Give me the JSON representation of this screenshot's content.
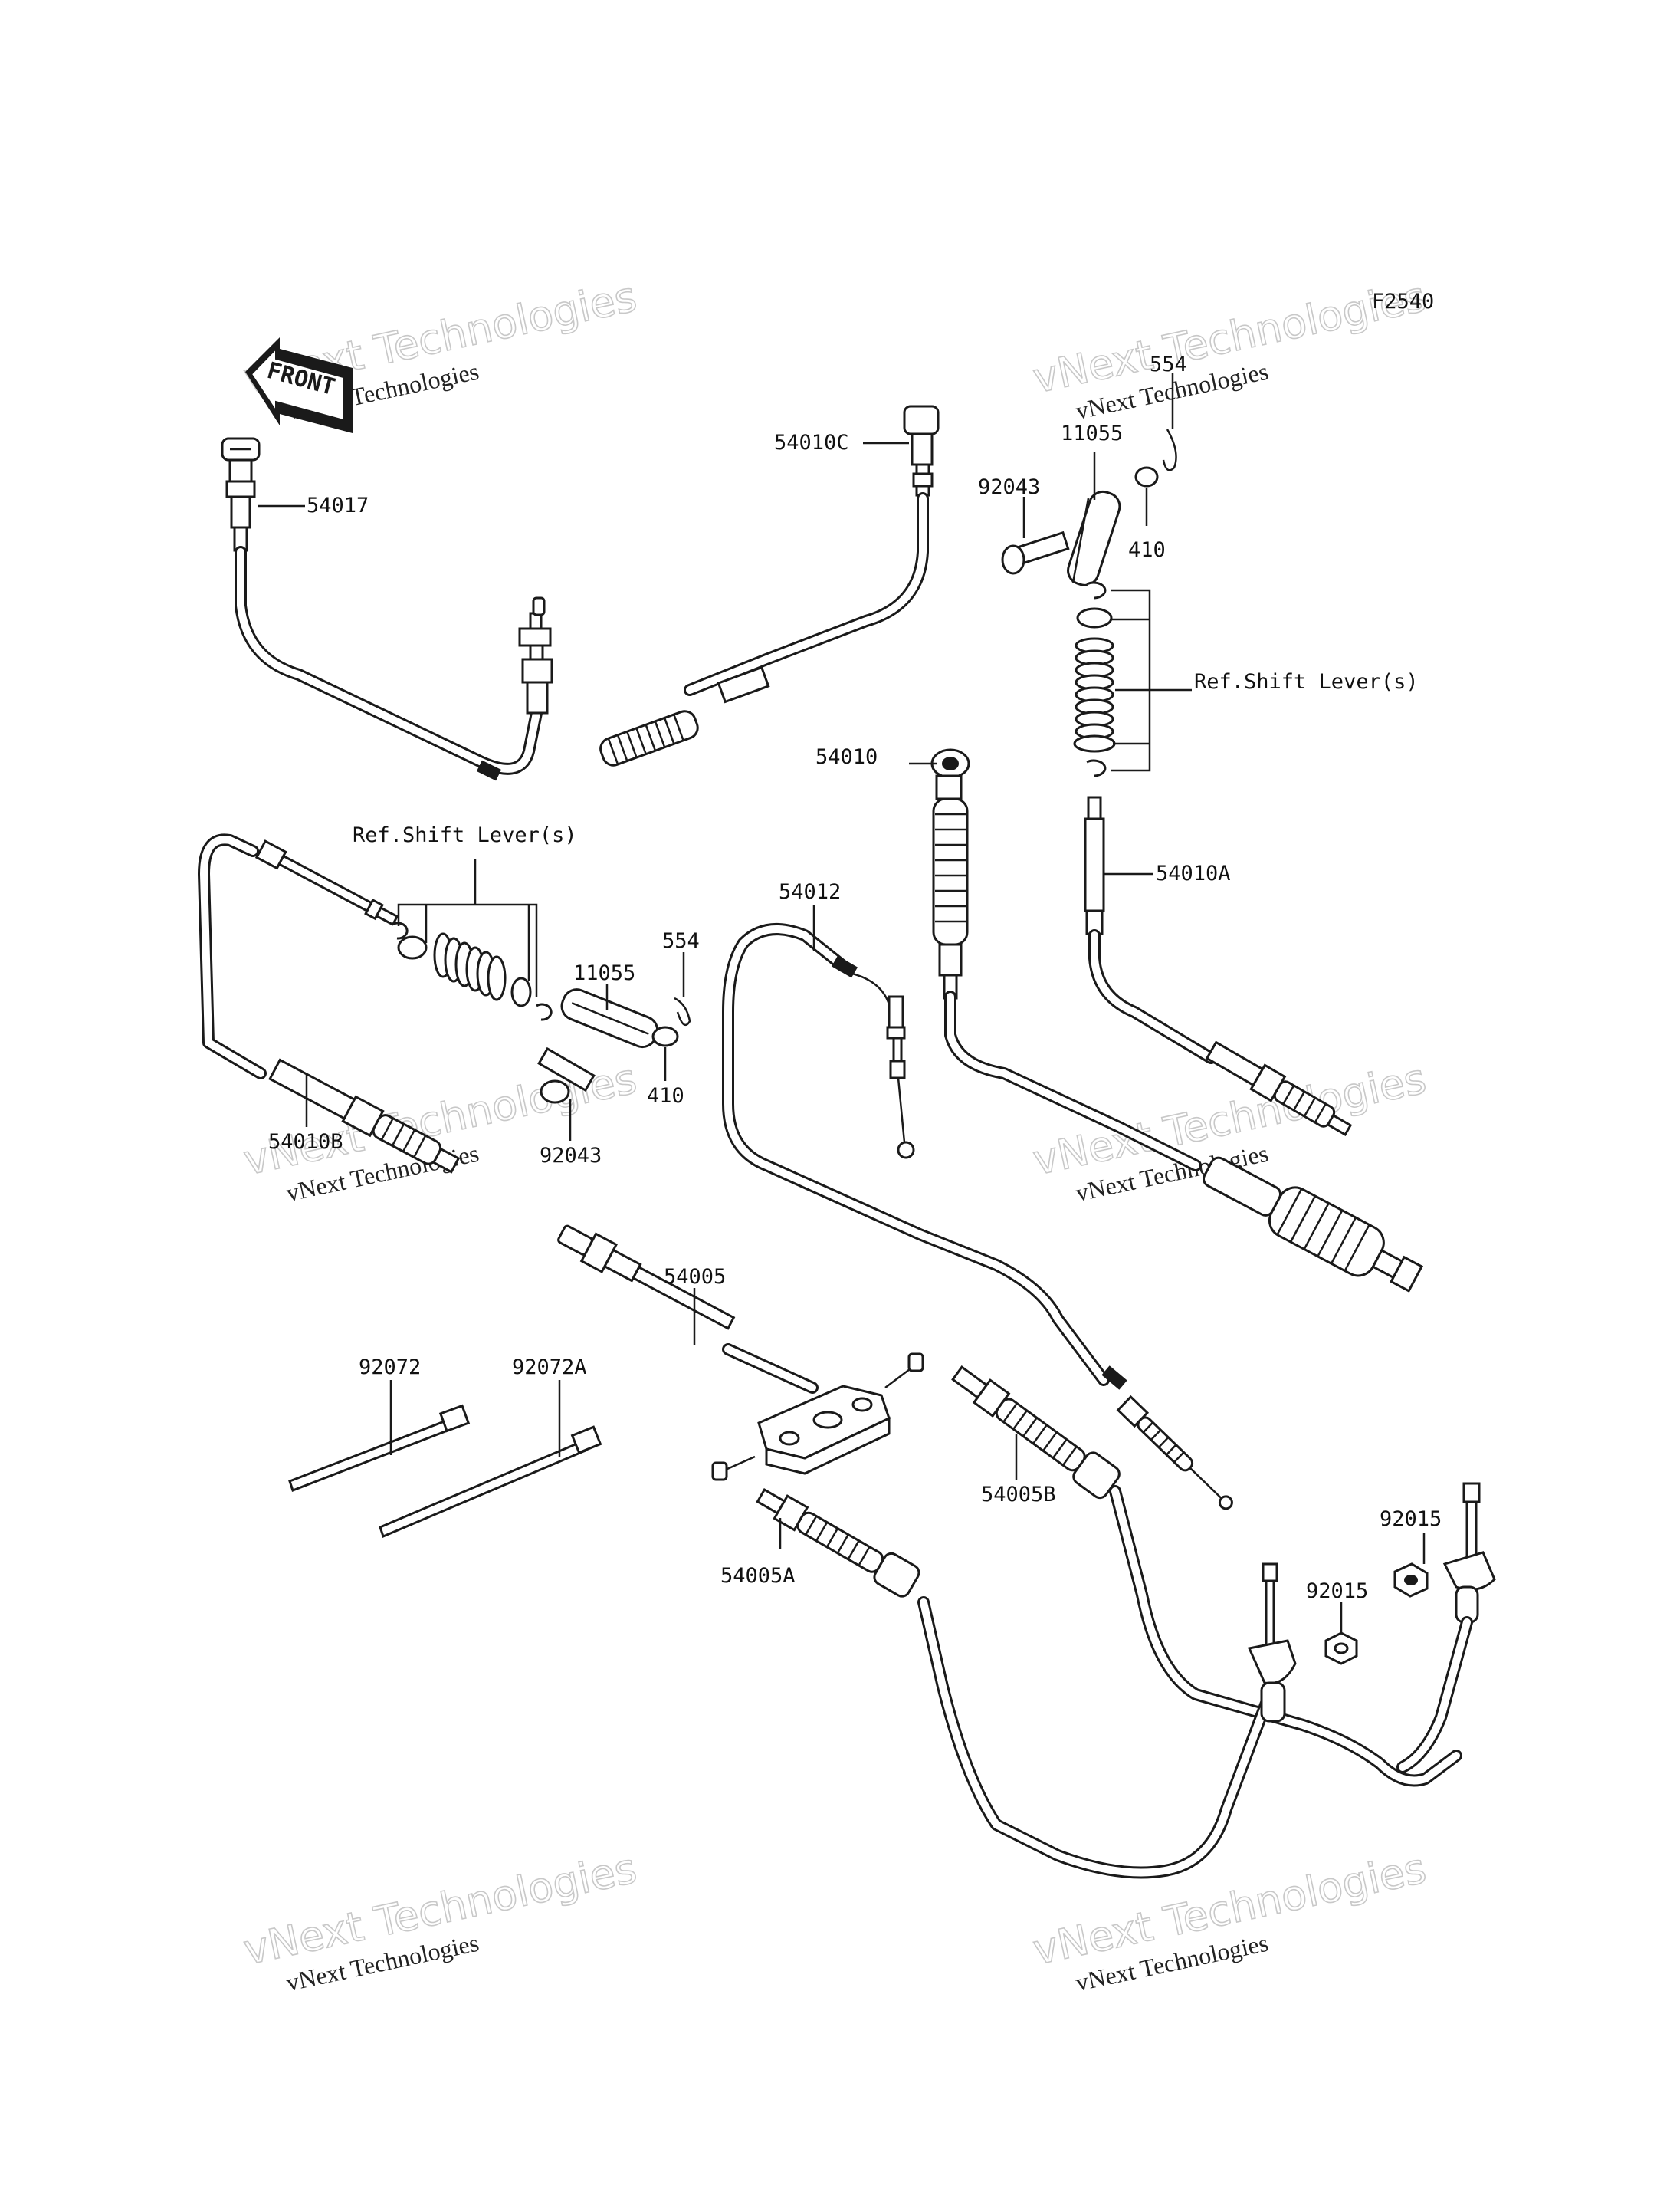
{
  "figure_code": "F2540",
  "front_arrow_text": "FRONT",
  "watermark": {
    "line1": "vNext Technologies",
    "line2": "vNext Technologies"
  },
  "labels": {
    "p54017": "54017",
    "p54010c": "54010C",
    "p92043_top": "92043",
    "p11055_top": "11055",
    "p554_top": "554",
    "p410_top": "410",
    "ref_shift_top": "Ref.Shift Lever(s)",
    "p54010": "54010",
    "p54010a": "54010A",
    "ref_shift_left": "Ref.Shift Lever(s)",
    "p54012": "54012",
    "p554_mid": "554",
    "p11055_mid": "11055",
    "p410_mid": "410",
    "p92043_mid": "92043",
    "p54010b": "54010B",
    "p54005": "54005",
    "p92072": "92072",
    "p92072a": "92072A",
    "p54005b": "54005B",
    "p54005a": "54005A",
    "p92015_right": "92015",
    "p92015_mid": "92015"
  }
}
